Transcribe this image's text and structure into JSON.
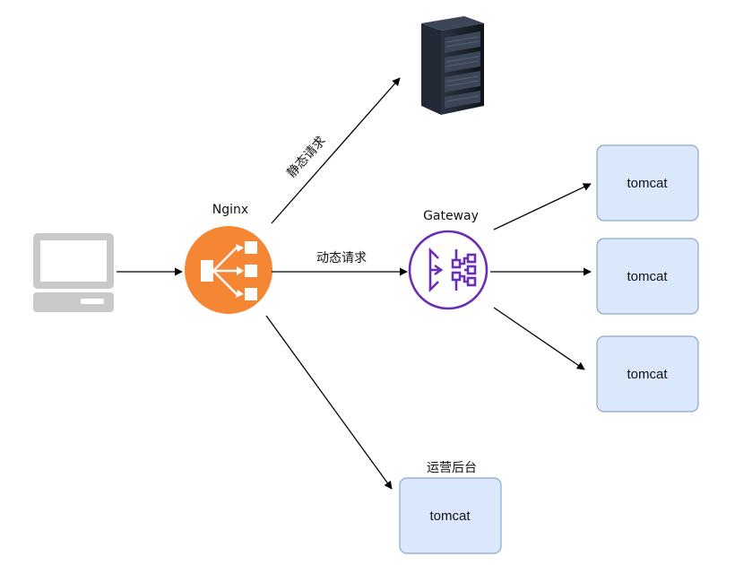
{
  "nodes": {
    "nginx": {
      "label": "Nginx"
    },
    "gateway": {
      "label": "Gateway"
    },
    "backend_group": {
      "label": "运营后台"
    },
    "tomcat_1": {
      "label": "tomcat"
    },
    "tomcat_2": {
      "label": "tomcat"
    },
    "tomcat_3": {
      "label": "tomcat"
    },
    "tomcat_4": {
      "label": "tomcat"
    }
  },
  "edges": {
    "static_request": {
      "label": "静态请求"
    },
    "dynamic_request": {
      "label": "动态请求"
    }
  },
  "icons": {
    "client": "laptop-icon",
    "nginx": "load-balancer-icon",
    "gateway": "api-gateway-icon",
    "static_server": "server-rack-icon"
  },
  "colors": {
    "nginx": "#f58634",
    "gateway": "#6a2fb3",
    "tomcat_fill": "#dbe8fb",
    "tomcat_stroke": "#8aa6cf",
    "laptop": "#c9c9c9"
  }
}
